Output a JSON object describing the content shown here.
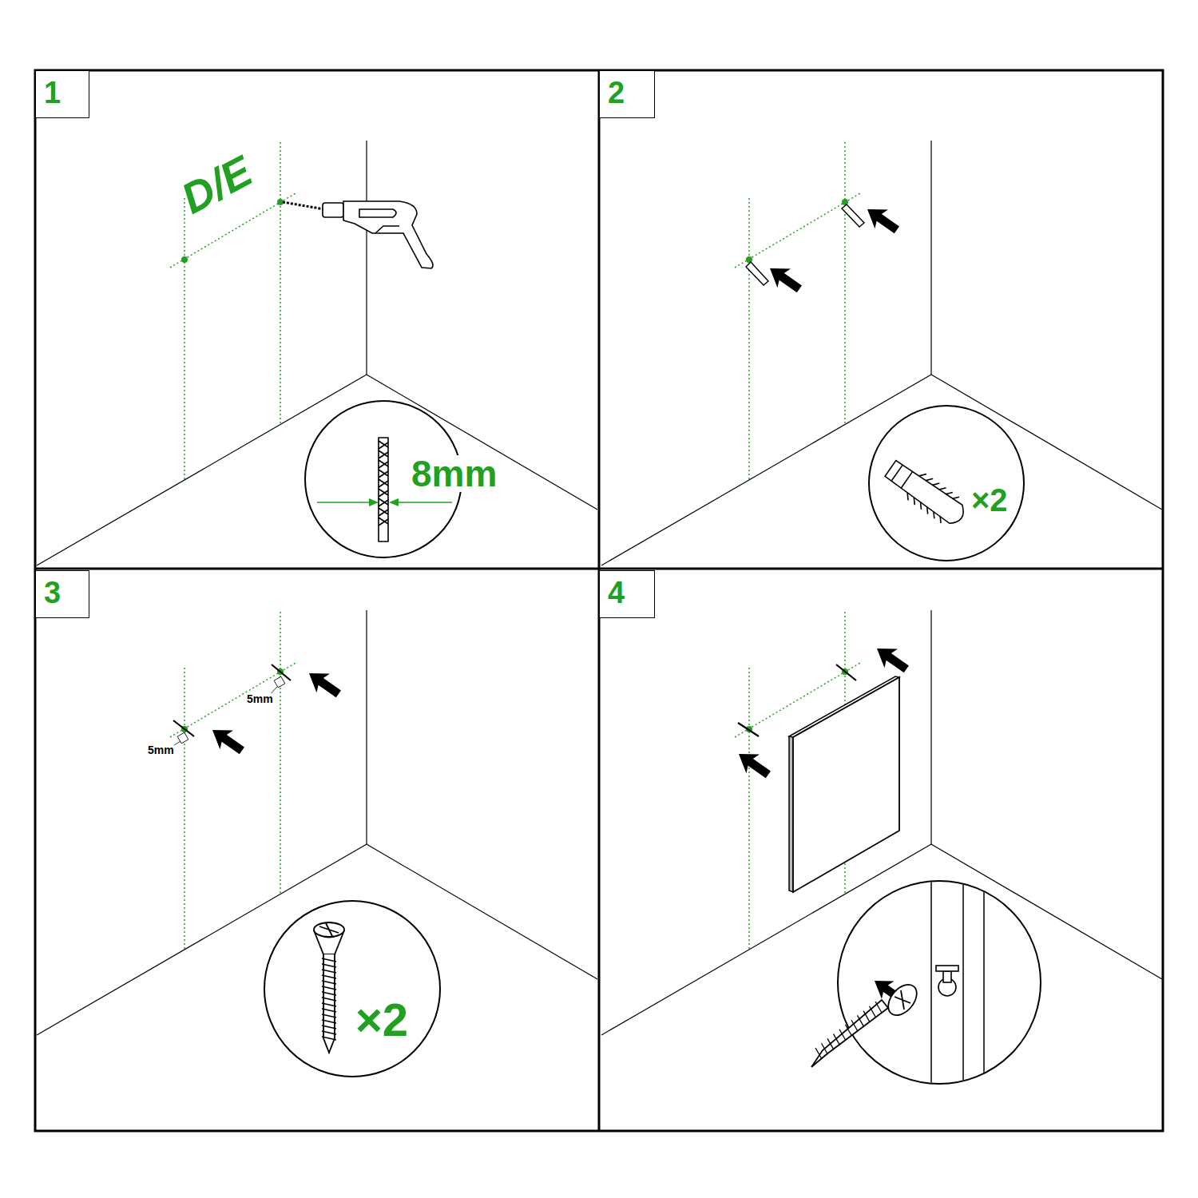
{
  "diagram": {
    "nodes": [
      {
        "text": [
          "1"
        ]
      },
      {
        "text": [
          "8mm"
        ]
      },
      {
        "text": [
          "2"
        ]
      },
      {
        "text": [
          "×2"
        ]
      },
      {
        "text": [
          "3"
        ]
      },
      {
        "text": [
          "×2"
        ]
      },
      {
        "text": [
          "4"
        ]
      }
    ],
    "labels": [
      "D/E",
      "5mm",
      "5mm"
    ]
  }
}
